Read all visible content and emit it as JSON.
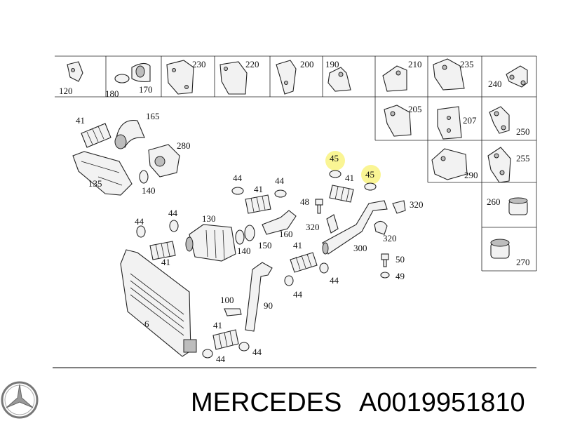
{
  "labels": {
    "l120": "120",
    "l180": "180",
    "l170": "170",
    "l230": "230",
    "l220": "220",
    "l200": "200",
    "l190": "190",
    "l210": "210",
    "l235": "235",
    "l240": "240",
    "l205": "205",
    "l207": "207",
    "l250": "250",
    "l255": "255",
    "l290": "290",
    "l260": "260",
    "l270": "270",
    "l41a": "41",
    "l165": "165",
    "l280": "280",
    "l135": "135",
    "l140a": "140",
    "l44a": "44",
    "l41b": "41",
    "l44b": "44",
    "l45a": "45",
    "l41c": "41",
    "l45b": "45",
    "l48": "48",
    "l320a": "320",
    "l320b": "320",
    "l320c": "320",
    "l44c": "44",
    "l44d": "44",
    "l130": "130",
    "l160": "160",
    "l140b": "140",
    "l150": "150",
    "l41d": "41",
    "l41e": "41",
    "l300": "300",
    "l50": "50",
    "l49": "49",
    "l44e": "44",
    "l44f": "44",
    "l6": "6",
    "l100": "100",
    "l90": "90",
    "l41f": "41",
    "l44g": "44",
    "l44h": "44"
  },
  "highlight_color": "#f7f05a",
  "footer": {
    "brand": "MERCEDES",
    "part_number": "A0019951810",
    "logo": "mercedes-star-icon"
  }
}
